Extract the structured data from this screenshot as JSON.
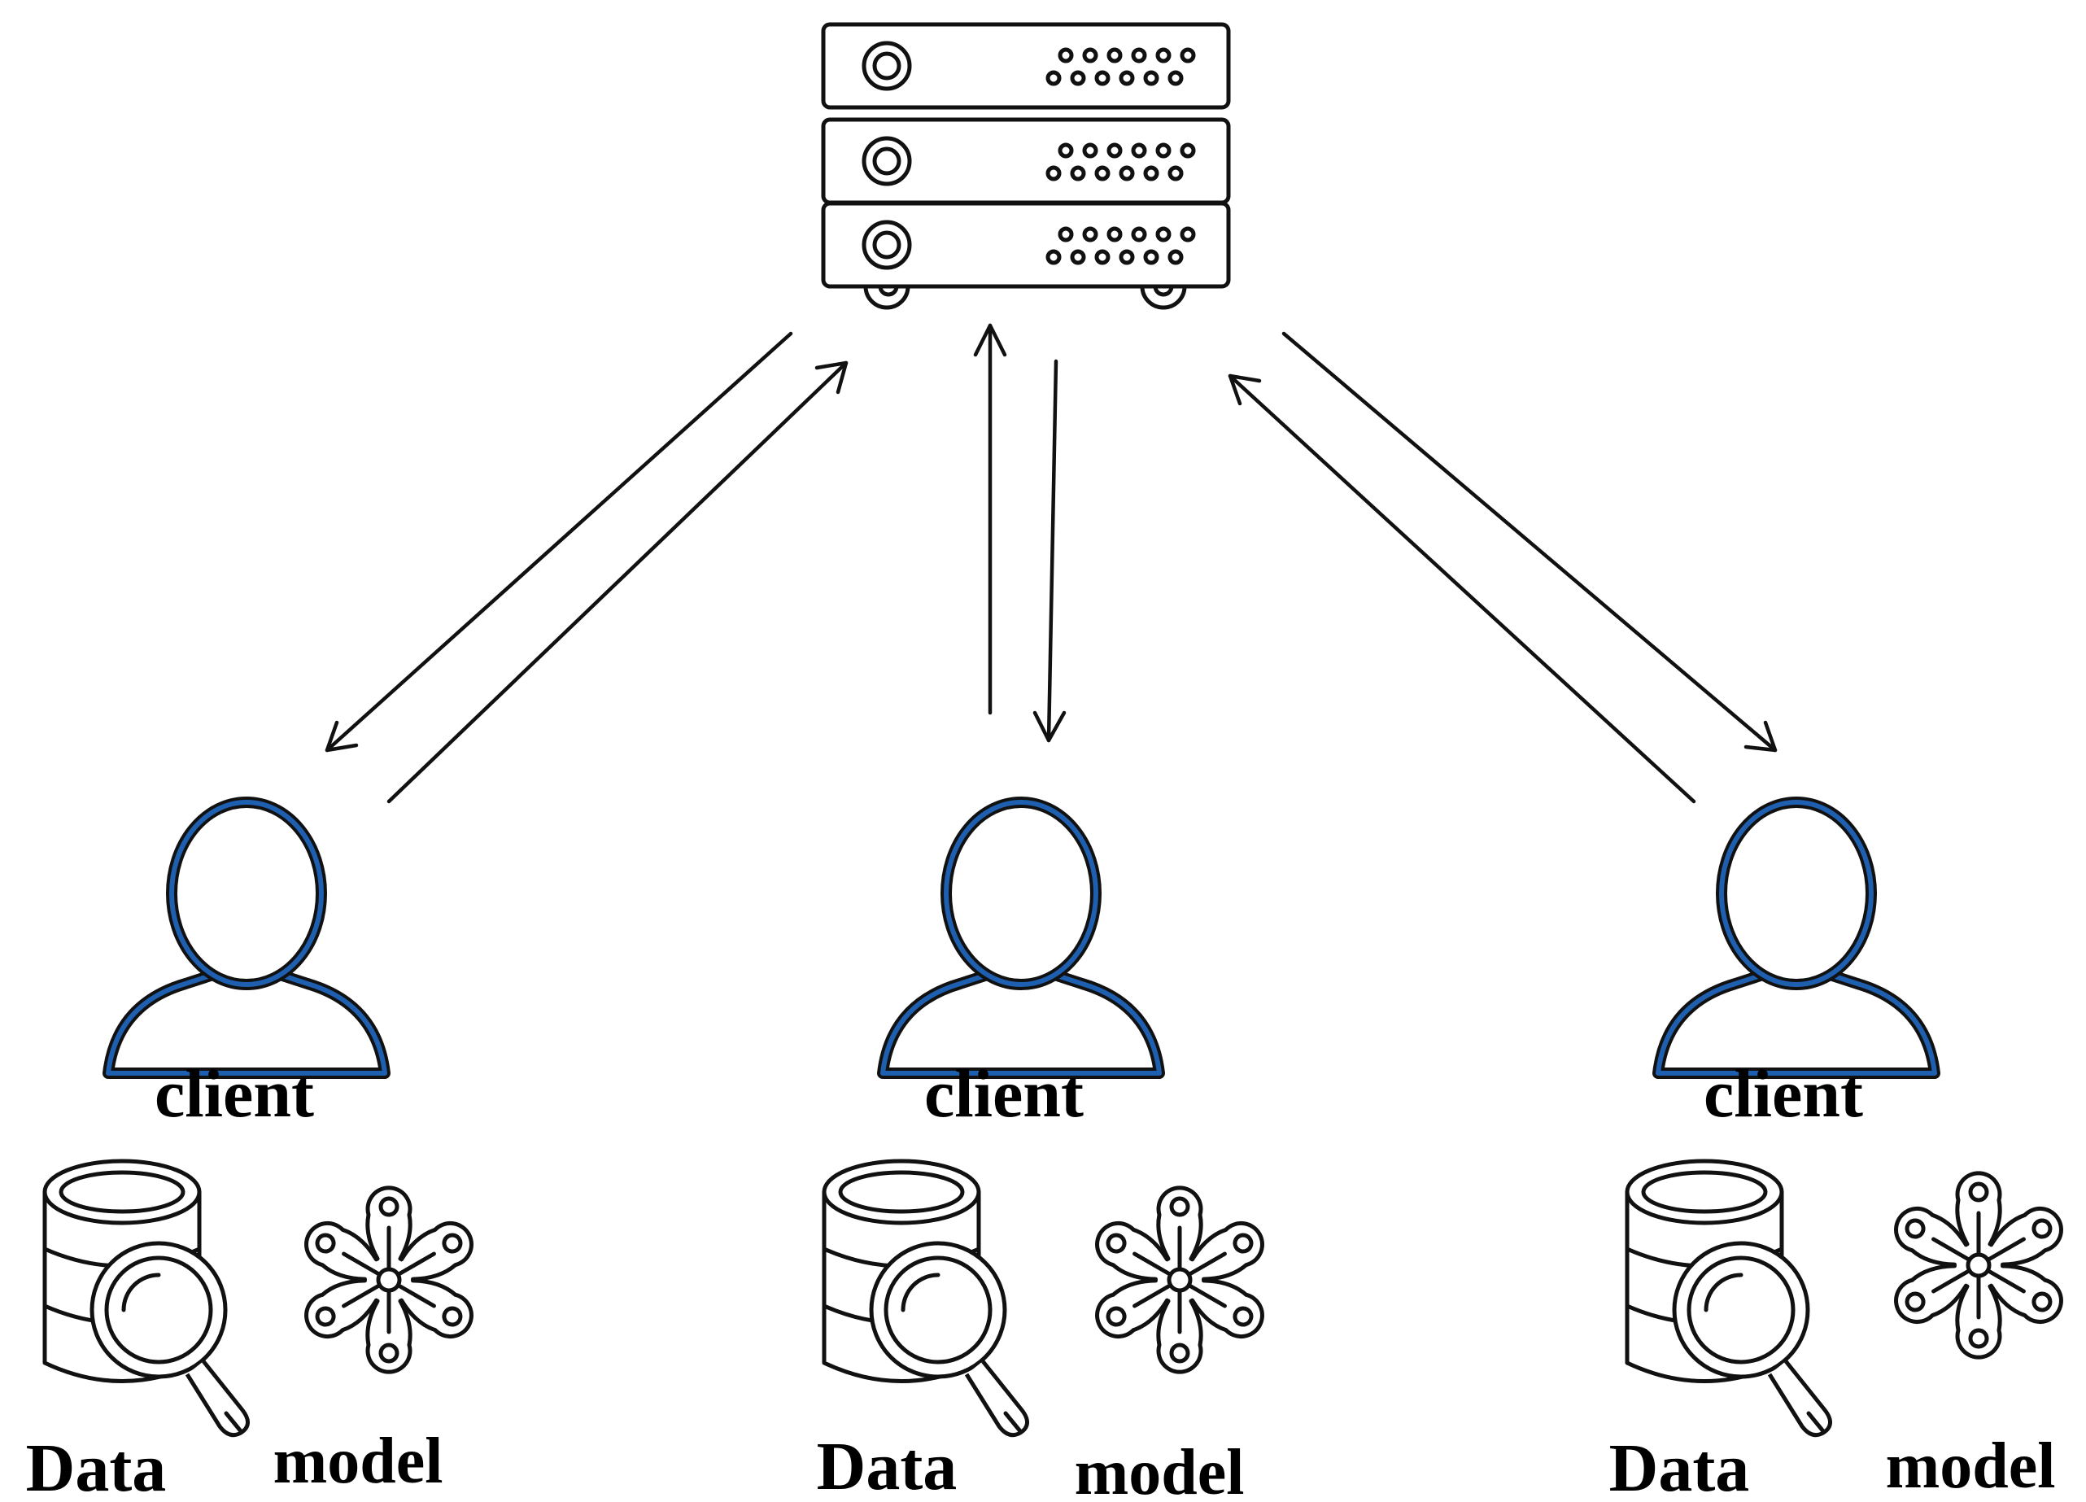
{
  "colors": {
    "client_outline": "#1f5fb0",
    "line": "#111111",
    "background": "#ffffff"
  },
  "server": {
    "icon": "server-rack-icon"
  },
  "clients": [
    {
      "label": "client",
      "data_label": "Data",
      "model_label": "model",
      "icons": [
        "user-icon",
        "database-search-icon",
        "neural-network-icon"
      ]
    },
    {
      "label": "client",
      "data_label": "Data",
      "model_label": "model",
      "icons": [
        "user-icon",
        "database-search-icon",
        "neural-network-icon"
      ]
    },
    {
      "label": "client",
      "data_label": "Data",
      "model_label": "model",
      "icons": [
        "user-icon",
        "database-search-icon",
        "neural-network-icon"
      ]
    }
  ]
}
